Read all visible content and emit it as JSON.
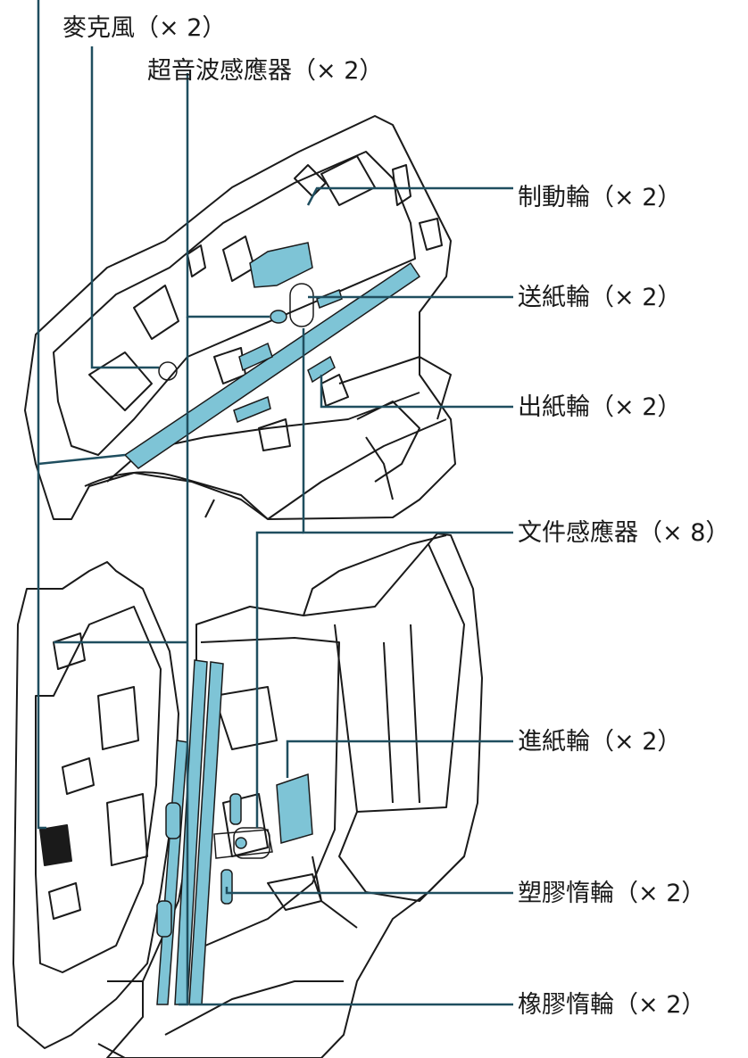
{
  "labels": {
    "microphone": "麥克風（× 2）",
    "ultrasonic_sensor": "超音波感應器（× 2）",
    "brake_roller": "制動輪（× 2）",
    "feed_roller": "送紙輪（× 2）",
    "eject_roller": "出紙輪（× 2）",
    "document_sensor": "文件感應器（× 8）",
    "pick_roller": "進紙輪（× 2）",
    "plastic_idler": "塑膠惰輪（× 2）",
    "rubber_idler": "橡膠惰輪（× 2）"
  },
  "colors": {
    "leader_line": "#1f4e5f",
    "part_highlight": "#7ec4d6",
    "outline": "#1a1a1a"
  }
}
